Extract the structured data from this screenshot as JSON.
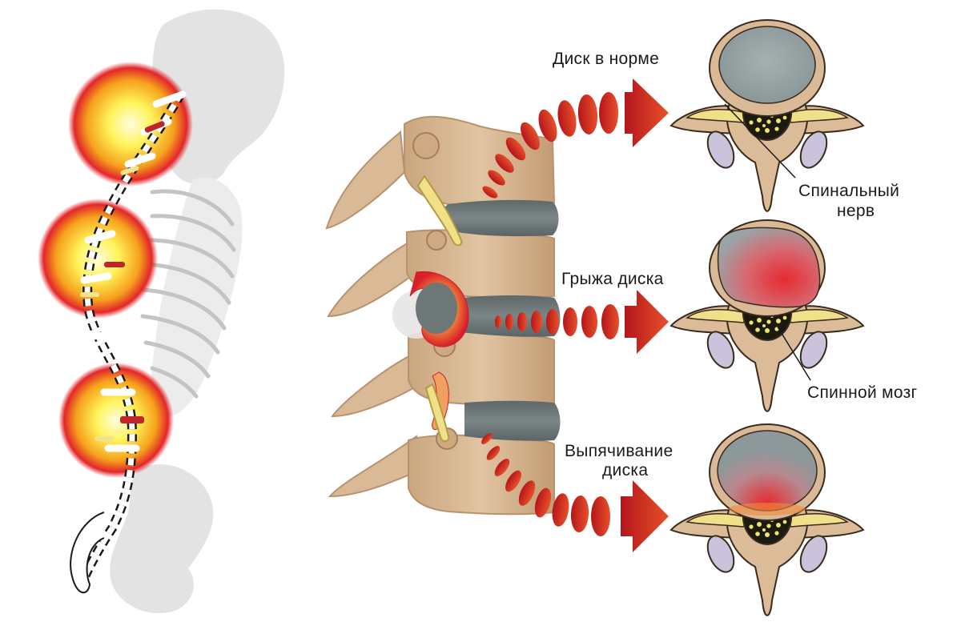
{
  "labels": {
    "disc_normal": "Диск в норме",
    "disc_herniation": "Грыжа диска",
    "disc_protrusion_line1": "Выпячивание",
    "disc_protrusion_line2": "диска",
    "spinal_nerve_line1": "Спинальный",
    "spinal_nerve_line2": "нерв",
    "spinal_cord": "Спинной мозг"
  },
  "colors": {
    "bone": "#d9b996",
    "bone_dark": "#b8926c",
    "disc_gray": "#6d7778",
    "nerve_yellow": "#f0e08a",
    "arrow_red": "#d8331e",
    "arrow_dark": "#b4161a",
    "glow_red": "#e8272a",
    "glow_yellow": "#fff35a",
    "silhouette": "#e3e3e3"
  }
}
